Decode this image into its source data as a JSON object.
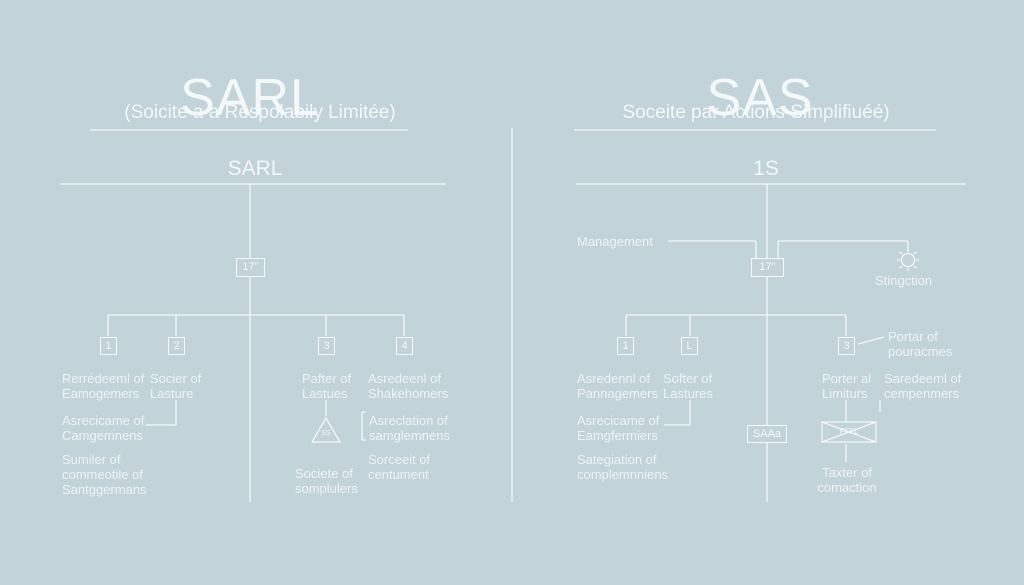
{
  "sarl": {
    "title": "SARL",
    "subtitle": "(Soicite a a Respolabily Limitée)",
    "section_title": "SARL",
    "root_box": "17\"",
    "boxes": [
      "1",
      "2",
      "3",
      "4"
    ],
    "triangle_label": "SS",
    "labels": {
      "n1": [
        "Rerrédeeml of",
        "Eamogemers"
      ],
      "n2": [
        "Socier of",
        "Lasture"
      ],
      "n3": [
        "Pafter of",
        "Lastues"
      ],
      "n4": [
        "Asredeenl of",
        "Shakehomers"
      ],
      "n5": [
        "Asrecicame of",
        "Camgemnens"
      ],
      "n6": [
        "Asreclation of",
        "samglemnens"
      ],
      "n7": [
        "Sumiler of",
        "commeotile of",
        "Santggermans"
      ],
      "n8": [
        "Societe of",
        "somplulers"
      ],
      "n9": [
        "Sorceeit of",
        "centument"
      ]
    }
  },
  "sas": {
    "title": "SAS",
    "subtitle": "Soceite par Actions Simplifiuéé)",
    "section_title": "1S",
    "root_box": "17\"",
    "management_label": "Management",
    "stingction_label": "Stingction",
    "boxes": [
      "1",
      "L",
      "3"
    ],
    "saaa_box": "SAAa",
    "crossed_box": "FFFL",
    "labels": {
      "n1": [
        "Asredennl of",
        "Pannagemers"
      ],
      "n2": [
        "Softer of",
        "Lastures"
      ],
      "n3": [
        "Porter al",
        "Limiturs"
      ],
      "n4": [
        "Saredeeml of",
        "cempenmers"
      ],
      "n5": [
        "Portar of",
        "pouracmes"
      ],
      "n6": [
        "Asrecicame of",
        "Eamgfermiers"
      ],
      "n7": [
        "Sategiation of",
        "complemnniens"
      ],
      "n8": [
        "Taxter of",
        "comaction"
      ]
    }
  },
  "colors": {
    "background": "#c2d3d9",
    "lines": "#f4f8f9"
  }
}
